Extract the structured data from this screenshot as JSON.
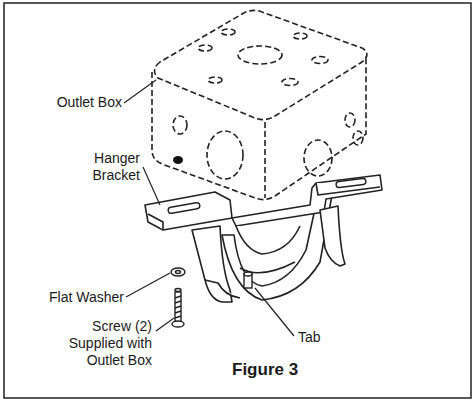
{
  "diagram": {
    "caption": "Figure 3",
    "labels": [
      "Outlet Box",
      "Hanger Bracket",
      "Flat Washer",
      "Screw (2) Supplied with Outlet Box",
      "Tab"
    ]
  }
}
